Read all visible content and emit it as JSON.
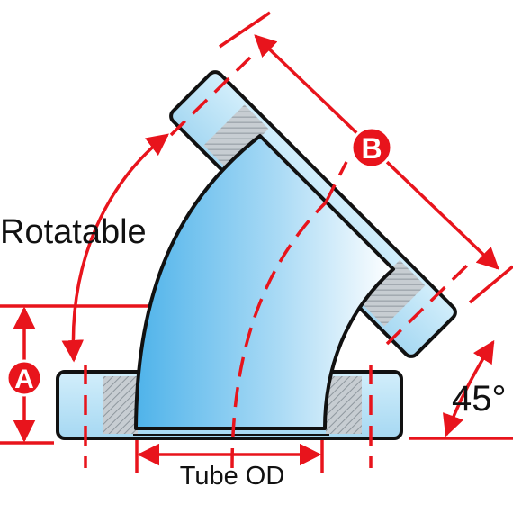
{
  "labels": {
    "rotatable": "Rotatable",
    "tube_od": "Tube OD",
    "angle": "45°",
    "badge_a": "A",
    "badge_b": "B"
  },
  "colors": {
    "dimension": "#e8141c",
    "outline": "#111111",
    "tube_light": "#ffffff",
    "tube_dark": "#4fb3ea",
    "flange_fill": "#b9e2f6",
    "hatch": "#9aa3aa"
  }
}
